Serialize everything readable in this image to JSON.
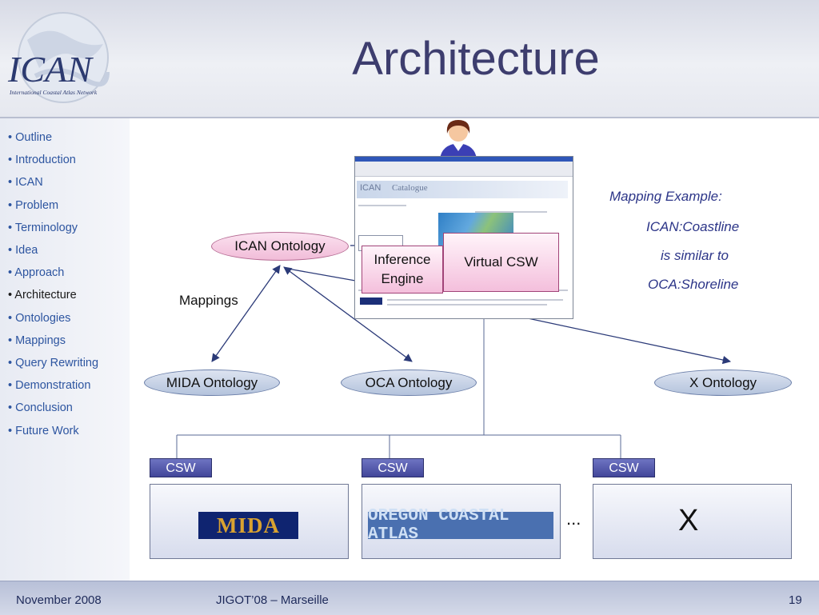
{
  "header": {
    "title": "Architecture",
    "logo_text": "ICAN",
    "logo_subtext": "International Coastal Atlas Network"
  },
  "sidebar": {
    "items": [
      {
        "label": "• Outline"
      },
      {
        "label": "• Introduction"
      },
      {
        "label": "• ICAN"
      },
      {
        "label": "• Problem"
      },
      {
        "label": "• Terminology"
      },
      {
        "label": "• Idea"
      },
      {
        "label": "• Approach"
      },
      {
        "label": "• Architecture",
        "active": true
      },
      {
        "label": "• Ontologies"
      },
      {
        "label": "• Mappings"
      },
      {
        "label": "• Query Rewriting"
      },
      {
        "label": "• Demonstration"
      },
      {
        "label": "• Conclusion"
      },
      {
        "label": "• Future Work"
      }
    ]
  },
  "diagram": {
    "ican_ontology": "ICAN Ontology",
    "mappings_label": "Mappings",
    "mida_ontology": "MIDA Ontology",
    "oca_ontology": "OCA Ontology",
    "x_ontology": "X Ontology",
    "inference_engine": "Inference Engine",
    "virtual_csw": "Virtual CSW",
    "csw_labels": [
      "CSW",
      "CSW",
      "CSW"
    ],
    "mida_logo": "MIDA",
    "oca_logo": "OREGON COASTAL ATLAS",
    "x_source": "X",
    "ellipsis": "...",
    "screenshot": {
      "brand": "ICAN",
      "catalogue": "Catalogue"
    }
  },
  "mapping_example": {
    "heading": "Mapping Example:",
    "line1": "ICAN:Coastline",
    "line2": "is similar to",
    "line3": "OCA:Shoreline"
  },
  "footer": {
    "date": "November 2008",
    "event": "JIGOT’08 – Marseille",
    "page": "19"
  },
  "colors": {
    "title": "#3d3d6e",
    "nav_link": "#2d55a0",
    "csw_fill": "#42469a",
    "pink_accent": "#f1bcd8",
    "blue_ellipse": "#b4c3dc",
    "arrow": "#2b3a78"
  }
}
